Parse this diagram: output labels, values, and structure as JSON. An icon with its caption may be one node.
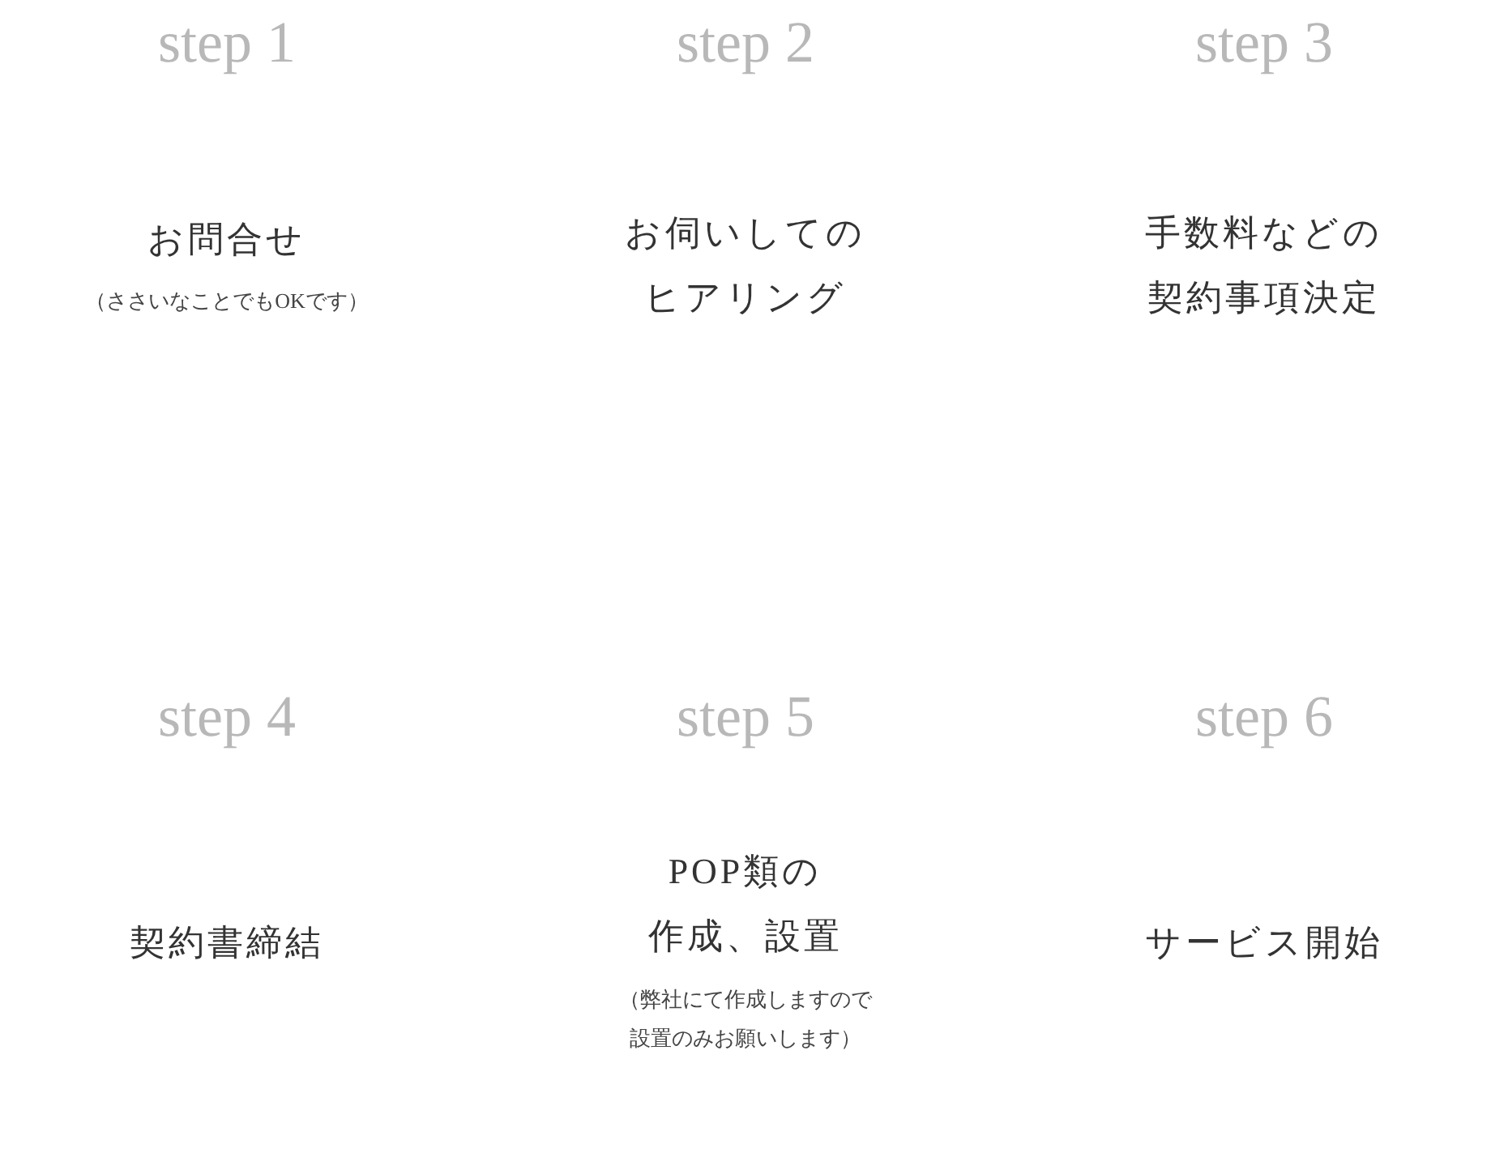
{
  "diagram": {
    "labels": [
      "step 1",
      "お問合せ",
      "（ささいなことでもOKです）",
      "step 2",
      "お伺いしてのヒアリング",
      "step 3",
      "手数料などの契約事項決定",
      "step 4",
      "契約書締結",
      "step 5",
      "POP類の作成、設置",
      "（弊社にて作成しますので設置のみお願いします）",
      "step 6",
      "サービス開始"
    ]
  }
}
